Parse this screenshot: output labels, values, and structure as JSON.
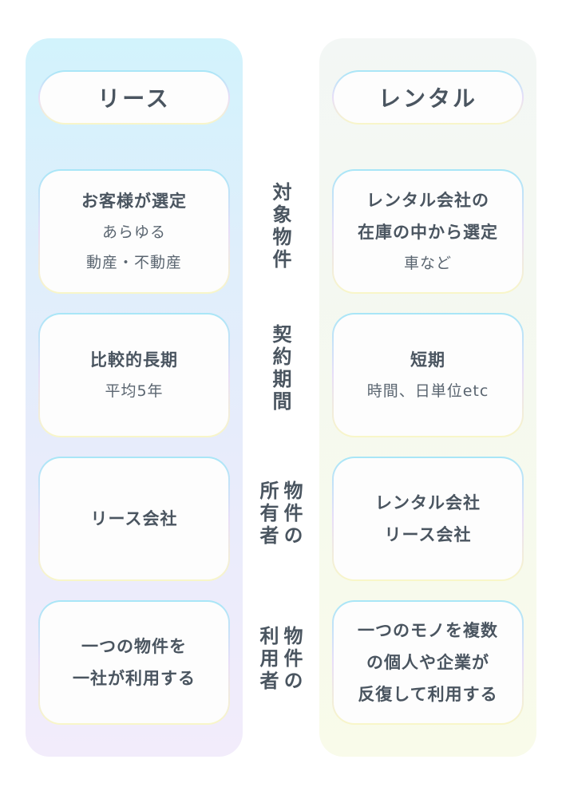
{
  "lease": {
    "title": "リース",
    "cards": [
      {
        "main": [
          "お客様が選定"
        ],
        "sub": [
          "あらゆる",
          "動産・不動産"
        ]
      },
      {
        "main": [
          "比較的長期"
        ],
        "sub": [
          "平均5年"
        ]
      },
      {
        "main": [
          "リース会社"
        ],
        "sub": []
      },
      {
        "main": [
          "一つの物件を",
          "一社が利用する"
        ],
        "sub": []
      }
    ]
  },
  "rental": {
    "title": "レンタル",
    "cards": [
      {
        "main": [
          "レンタル会社の",
          "在庫の中から選定"
        ],
        "sub": [
          "車など"
        ]
      },
      {
        "main": [
          "短期"
        ],
        "sub": [
          "時間、日単位etc"
        ]
      },
      {
        "main": [
          "レンタル会社",
          "リース会社"
        ],
        "sub": []
      },
      {
        "main": [
          "一つのモノを複数",
          "の個人や企業が",
          "反復して利用する"
        ],
        "sub": []
      }
    ]
  },
  "categories": [
    {
      "label": "対象物件"
    },
    {
      "label": "契約期間"
    },
    {
      "label": "物件の所有者"
    },
    {
      "label": "物件の利用者"
    }
  ],
  "colors": {
    "text": "#4a5560",
    "lease_panel_top": "#d2f3fc",
    "lease_panel_bottom": "#f2ecfb",
    "rental_panel_top": "#f3f7f5",
    "rental_panel_bottom": "#f9fbea",
    "card_border_top": "#a8e6f7",
    "card_border_bottom": "#f8f6c8"
  }
}
